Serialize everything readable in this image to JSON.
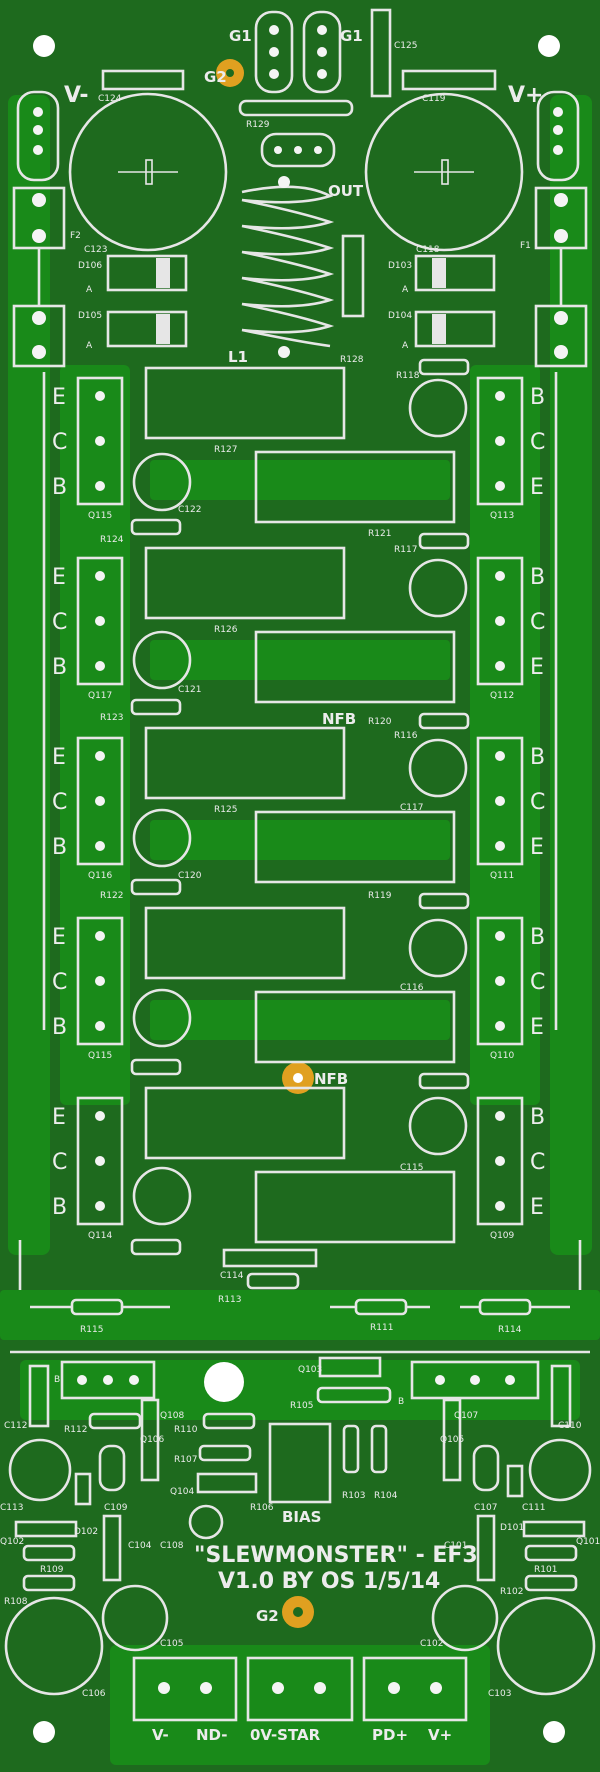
{
  "board": {
    "colors": {
      "substrate": "#1e6a1e",
      "copper": "#1a8a1a",
      "silk": "#e8e8e8",
      "pad": "#f2f2f2",
      "gold": "#e0a020"
    },
    "title_line1": "\"SLEWMONSTER\" - EF3",
    "title_line2": "V1.0 BY OS 1/5/14",
    "bias_label": "BIAS",
    "connectors_bottom": [
      "V-",
      "ND-",
      "0V-STAR",
      "PD+",
      "V+"
    ],
    "top_labels": {
      "g1_left": "G1",
      "g1_right": "G1",
      "g2_top": "G2",
      "g2_bottom": "G2",
      "v_minus": "V-",
      "v_plus": "V+",
      "out": "OUT",
      "l1": "L1",
      "nfb_top": "NFB",
      "nfb_mid": "NFB",
      "f1": "F1",
      "f2": "F2"
    },
    "ecb_left": [
      "E",
      "C",
      "B"
    ],
    "bce_right": [
      "B",
      "C",
      "E"
    ],
    "refs": {
      "c124": "C124",
      "c125": "C125",
      "c119": "C119",
      "r129": "R129",
      "c123": "C123",
      "c118": "C118",
      "d106": "D106",
      "d105": "D105",
      "d103": "D103",
      "d104": "D104",
      "r128": "R128",
      "r118": "R118",
      "q115": "Q115",
      "q113": "Q113",
      "c122": "C122",
      "r124": "R124",
      "r127": "R127",
      "r121": "R121",
      "r117": "R117",
      "q117": "Q117",
      "q112": "Q112",
      "c121": "C121",
      "r123": "R123",
      "r126": "R126",
      "r120": "R120",
      "r116": "R116",
      "c117": "C117",
      "q116": "Q116",
      "q111": "Q111",
      "c120": "C120",
      "r122": "R122",
      "r125": "R125",
      "r119": "R119",
      "c116": "C116",
      "q115b": "Q115",
      "q110": "Q110",
      "q114": "Q114",
      "q109": "Q109",
      "c115": "C115",
      "c114": "C114",
      "r113": "R113",
      "r115": "R115",
      "r111": "R111",
      "r114": "R114",
      "q103": "Q103",
      "r105": "R105",
      "q108": "Q108",
      "q107": "Q107",
      "q106": "Q106",
      "q105": "Q105",
      "q104": "Q104",
      "r112": "R112",
      "r110": "R110",
      "r107": "R107",
      "r106": "R106",
      "r103": "R103",
      "r104": "R104",
      "c112": "C112",
      "c110": "C110",
      "c113": "C113",
      "c109": "C109",
      "c108": "C108",
      "c104": "C104",
      "c107": "C107",
      "c111": "C111",
      "c101": "C101",
      "d102": "D102",
      "d101": "D101",
      "q102": "Q102",
      "q101": "Q101",
      "r109": "R109",
      "r108": "R108",
      "r101": "R101",
      "r102": "R102",
      "c105": "C105",
      "c106": "C106",
      "c102": "C102",
      "c103": "C103",
      "b": "B",
      "a": "A"
    }
  }
}
